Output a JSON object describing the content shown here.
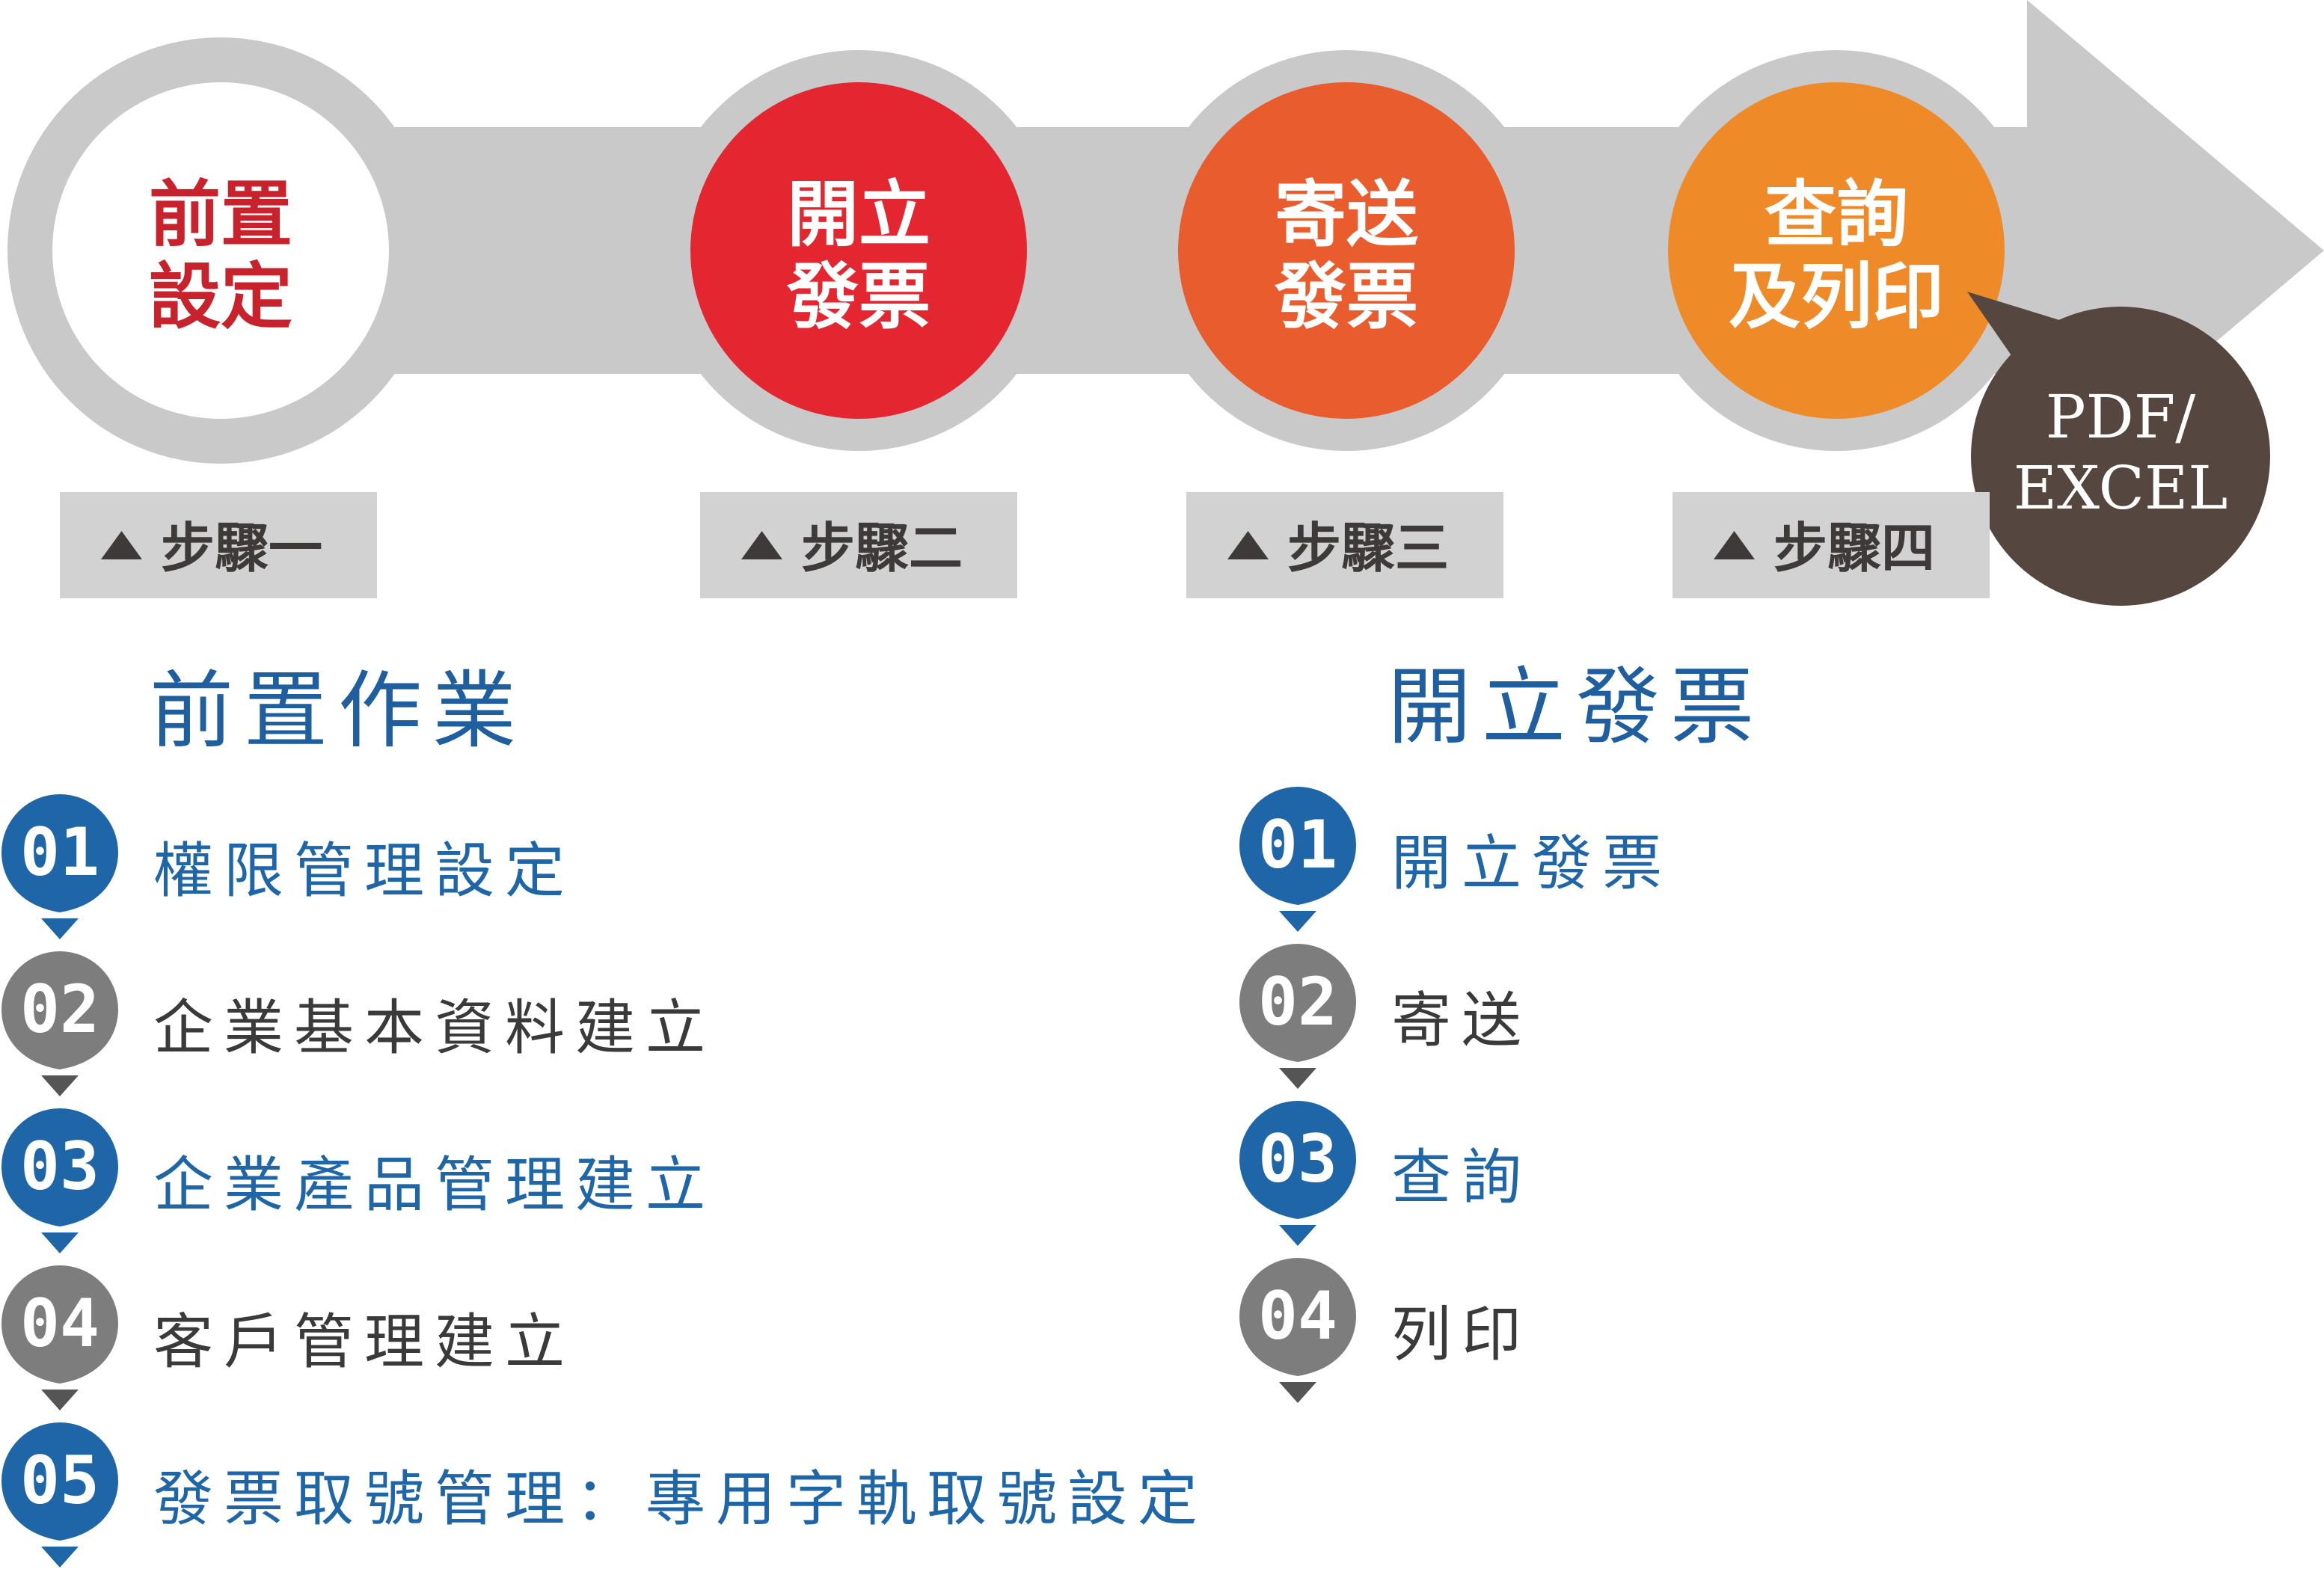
{
  "flow": {
    "steps": [
      {
        "circle_lines": [
          "前置",
          "設定"
        ],
        "step_label": "步驟一",
        "fill": "#ffffff",
        "text_color": "#c8222c"
      },
      {
        "circle_lines": [
          "開立",
          "發票"
        ],
        "step_label": "步驟二",
        "fill": "#e3262f",
        "text_color": "#ffffff"
      },
      {
        "circle_lines": [
          "寄送",
          "發票"
        ],
        "step_label": "步驟三",
        "fill": "#e85c2e",
        "text_color": "#ffffff"
      },
      {
        "circle_lines": [
          "查詢",
          "及列印"
        ],
        "step_label": "步驟四",
        "fill": "#ef8a28",
        "text_color": "#ffffff"
      }
    ],
    "output_bubble": {
      "lines": [
        "PDF/",
        "EXCEL"
      ],
      "fill": "#55463f"
    },
    "arrow_color": "#c9c9c9",
    "step_box_color": "#d2d2d2"
  },
  "left_section": {
    "title": "前置作業",
    "items": [
      {
        "num": "01",
        "label": "權限管理設定",
        "color": "blue"
      },
      {
        "num": "02",
        "label": "企業基本資料建立",
        "color": "gray"
      },
      {
        "num": "03",
        "label": "企業產品管理建立",
        "color": "blue"
      },
      {
        "num": "04",
        "label": "客戶管理建立",
        "color": "gray"
      },
      {
        "num": "05",
        "label": "發票取號管理：專用字軌取號設定",
        "color": "blue"
      }
    ]
  },
  "right_section": {
    "title": "開立發票",
    "items": [
      {
        "num": "01",
        "label": "開立發票",
        "color": "blue"
      },
      {
        "num": "02",
        "label": "寄送",
        "color": "gray"
      },
      {
        "num": "03",
        "label": "查詢",
        "color": "blue"
      },
      {
        "num": "04",
        "label": "列印",
        "color": "gray"
      }
    ]
  },
  "colors": {
    "blue": "#1f66a8",
    "gray": "#7d7d7d",
    "blue_pointer": "#1f66a8",
    "gray_pointer": "#555555"
  }
}
